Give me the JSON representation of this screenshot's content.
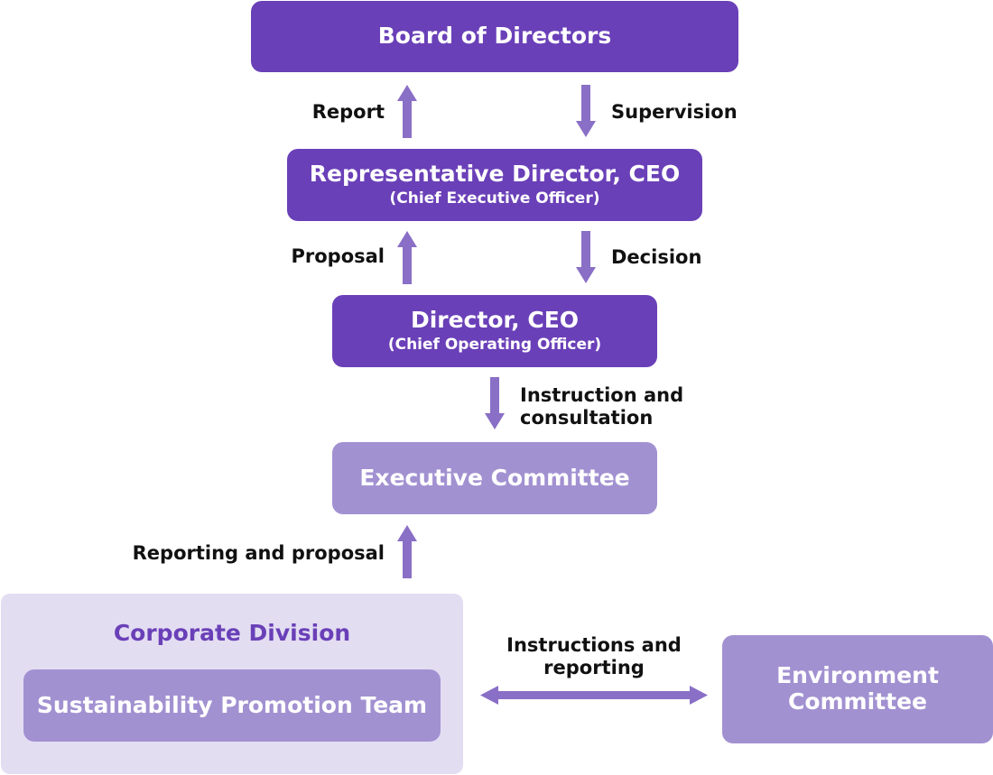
{
  "colors": {
    "dark_box": "#6a40b8",
    "light_box": "#a291d1",
    "pale_box": "#e3ddf2",
    "arrow": "#8a6fc6",
    "label_text": "#111111"
  },
  "nodes": {
    "board": {
      "title": "Board of Directors"
    },
    "rep_director": {
      "title": "Representative Director, CEO",
      "subtitle": "(Chief Executive Officer)"
    },
    "director": {
      "title": "Director, CEO",
      "subtitle": "(Chief Operating Officer)"
    },
    "executive_committee": {
      "title": "Executive Committee"
    },
    "corporate_division": {
      "title": "Corporate Division"
    },
    "sustainability_team": {
      "title": "Sustainability Promotion Team"
    },
    "environment_committee": {
      "title_line1": "Environment",
      "title_line2": "Committee"
    }
  },
  "edges": {
    "report": "Report",
    "supervision": "Supervision",
    "proposal": "Proposal",
    "decision": "Decision",
    "instruction_line1": "Instruction and",
    "instruction_line2": "consultation",
    "reporting_proposal": "Reporting and proposal",
    "instructions_reporting_line1": "Instructions and",
    "instructions_reporting_line2": "reporting"
  }
}
